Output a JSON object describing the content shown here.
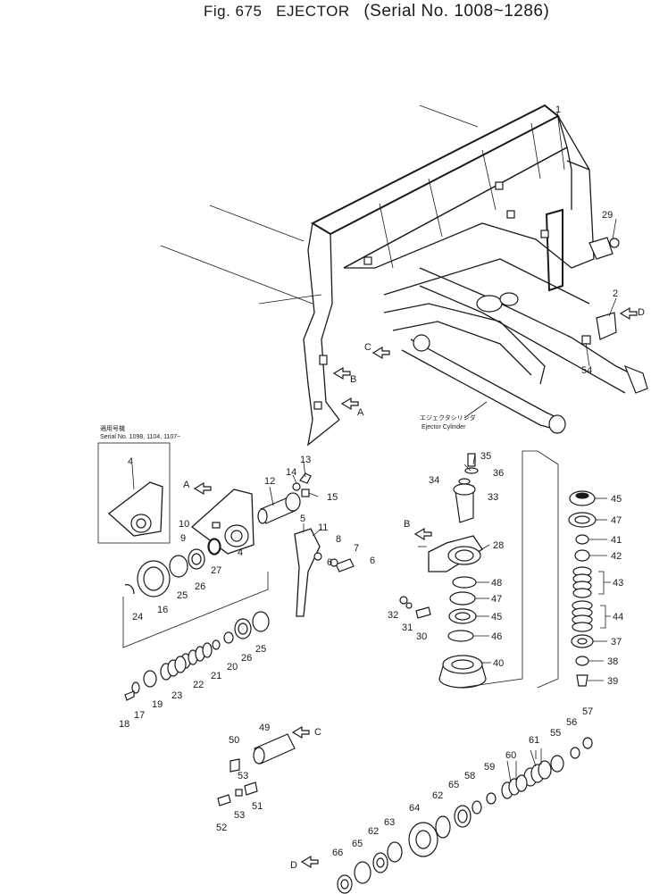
{
  "title": {
    "fig": "Fig. 675",
    "name": "EJECTOR",
    "serial": "(Serial No. 1008~1286)"
  },
  "notes": {
    "applicable_jp": "適用号機",
    "applicable_serials": "Serial No. 1098, 1104, 1107~",
    "cylinder_jp": "エジェクタシリンダ",
    "cylinder_en": "Ejector Cylinder"
  },
  "view_markers": {
    "a": "A",
    "b": "B",
    "c": "C",
    "d": "D"
  },
  "callouts": {
    "p1": "1",
    "p2": "2",
    "p4a": "4",
    "p4b": "4",
    "p5": "5",
    "p6a": "6",
    "p6b": "6",
    "p7": "7",
    "p8": "8",
    "p9": "9",
    "p10": "10",
    "p11": "11",
    "p12": "12",
    "p13": "13",
    "p14": "14",
    "p15": "15",
    "p16": "16",
    "p17": "17",
    "p18": "18",
    "p19": "19",
    "p20": "20",
    "p21": "21",
    "p22": "22",
    "p23": "23",
    "p24": "24",
    "p25a": "25",
    "p25b": "25",
    "p26a": "26",
    "p26b": "26",
    "p27": "27",
    "p28": "28",
    "p29": "29",
    "p30": "30",
    "p31": "31",
    "p32": "32",
    "p33": "33",
    "p34": "34",
    "p35": "35",
    "p36": "36",
    "p37": "37",
    "p38": "38",
    "p39": "39",
    "p40": "40",
    "p41": "41",
    "p42": "42",
    "p43": "43",
    "p44": "44",
    "p45a": "45",
    "p45b": "45",
    "p46": "46",
    "p47a": "47",
    "p47b": "47",
    "p48": "48",
    "p49": "49",
    "p50": "50",
    "p51": "51",
    "p52": "52",
    "p53": "53",
    "p54": "54",
    "p55": "55",
    "p56": "56",
    "p57": "57",
    "p58": "58",
    "p59": "59",
    "p60": "60",
    "p61": "61",
    "p62a": "62",
    "p62b": "62",
    "p63": "63",
    "p64": "64",
    "p65a": "65",
    "p65b": "65",
    "p66": "66"
  }
}
